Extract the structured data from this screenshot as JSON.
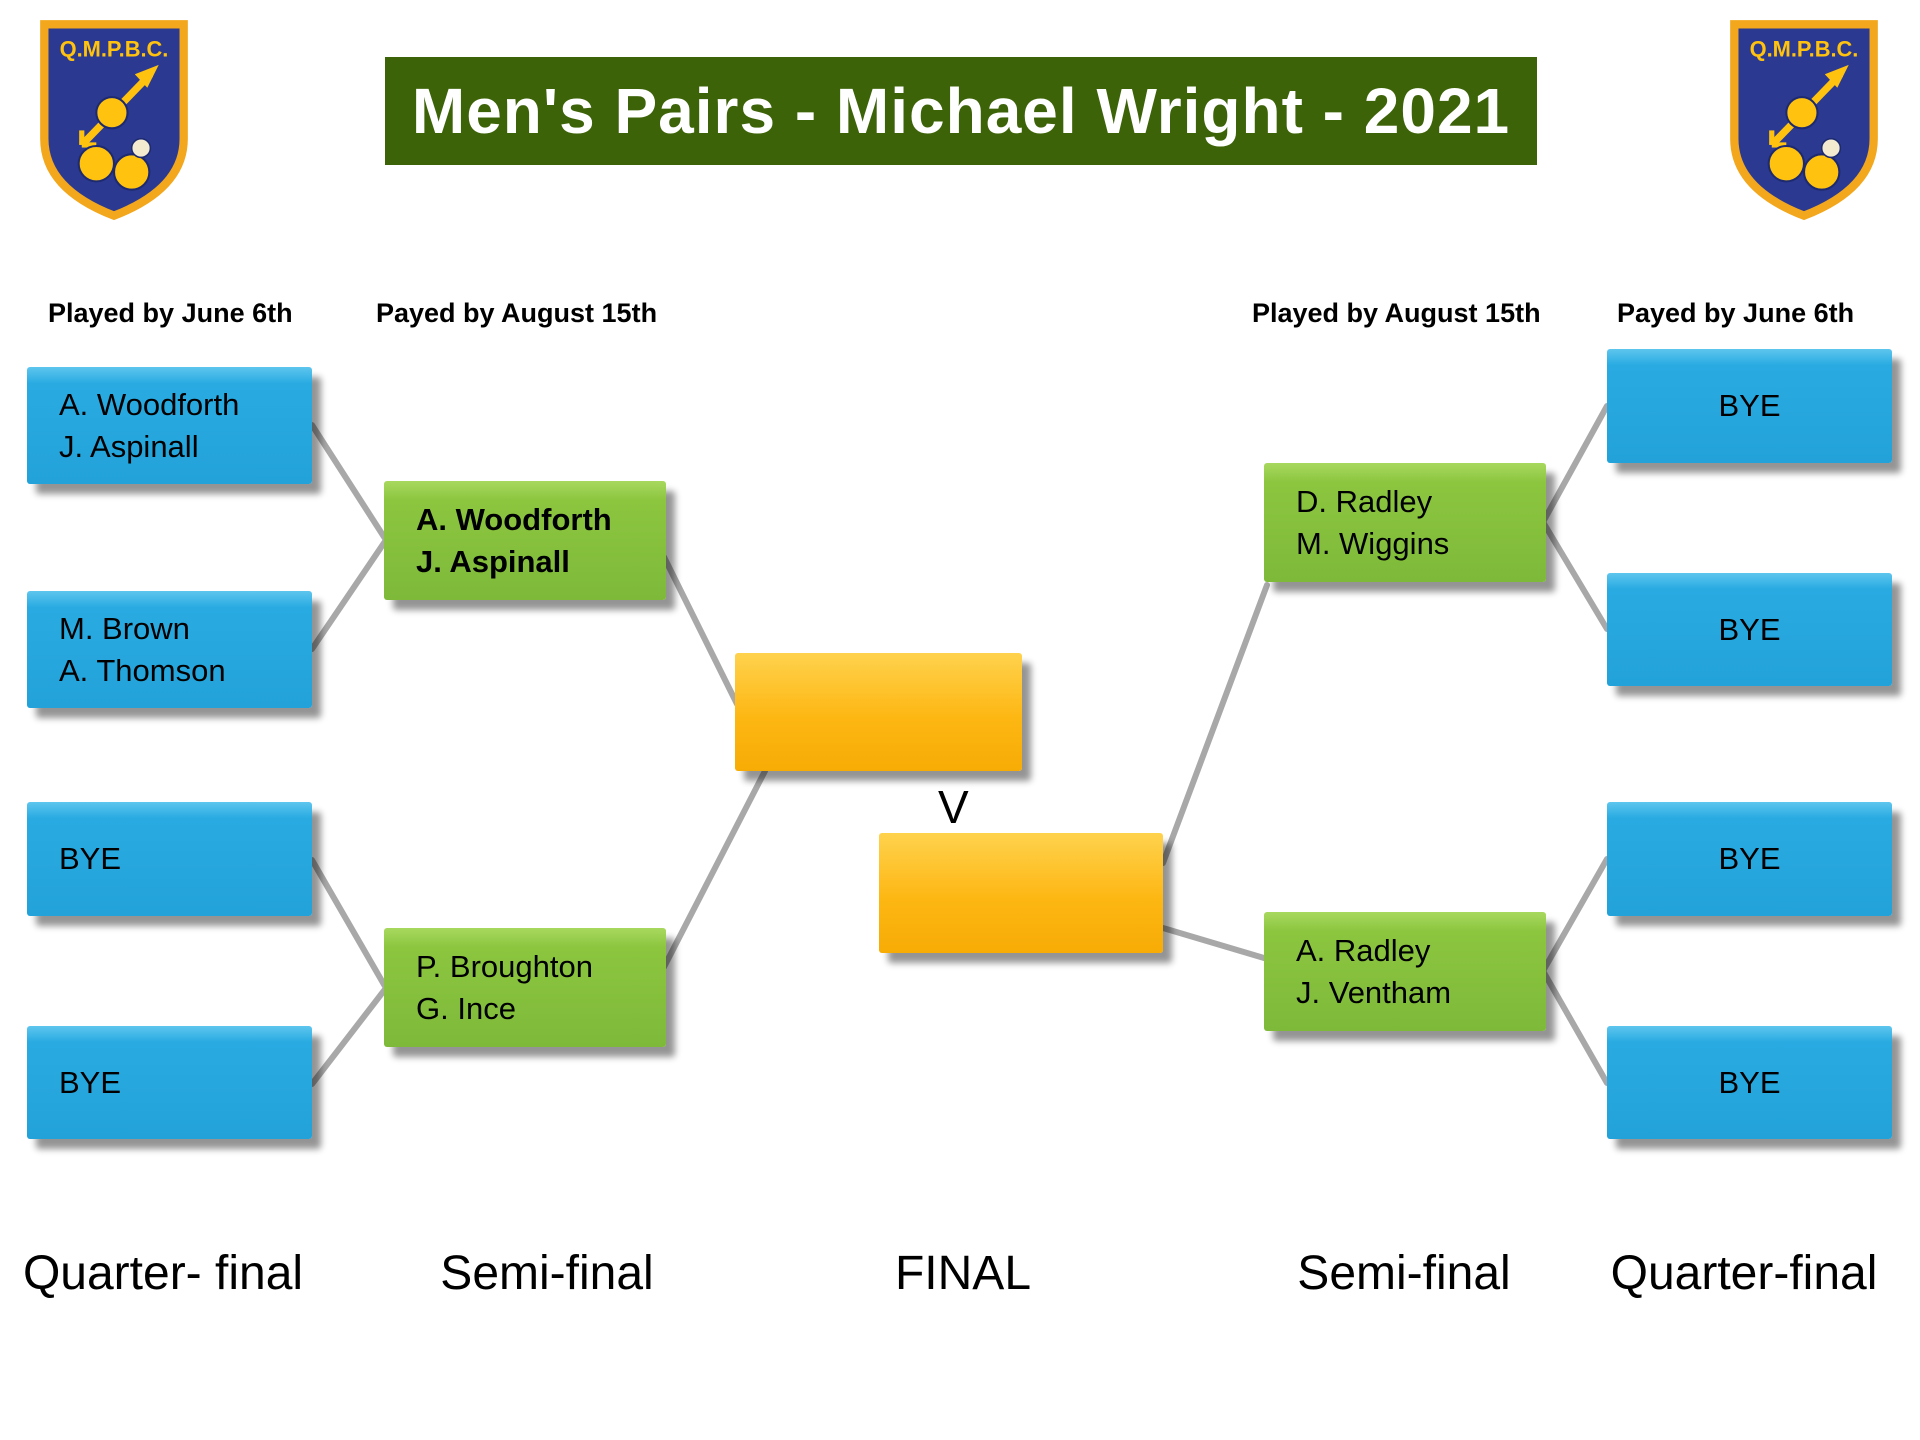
{
  "title": "Men's Pairs - Michael Wright - 2021",
  "crest": {
    "text": "Q.M.P.B.C."
  },
  "headers": {
    "left_qf": "Played by June 6th",
    "left_sf": "Payed by August 15th",
    "right_sf": "Played by August 15th",
    "right_qf": "Payed by June 6th"
  },
  "bracket": {
    "left_quarterfinals": [
      {
        "line1": "A. Woodforth",
        "line2": "J. Aspinall"
      },
      {
        "line1": "M. Brown",
        "line2": "A. Thomson"
      },
      {
        "line1": "BYE"
      },
      {
        "line1": "BYE"
      }
    ],
    "left_semifinals": [
      {
        "line1": "A. Woodforth",
        "line2": "J. Aspinall"
      },
      {
        "line1": "P. Broughton",
        "line2": "G. Ince"
      }
    ],
    "final": {
      "top": "",
      "bottom": "",
      "versus": "V"
    },
    "right_semifinals": [
      {
        "line1": "D. Radley",
        "line2": "M. Wiggins"
      },
      {
        "line1": "A. Radley",
        "line2": "J. Ventham"
      }
    ],
    "right_quarterfinals": [
      {
        "line1": "BYE"
      },
      {
        "line1": "BYE"
      },
      {
        "line1": "BYE"
      },
      {
        "line1": "BYE"
      }
    ]
  },
  "round_labels": [
    "Quarter- final",
    "Semi-final",
    "FINAL",
    "Semi-final",
    "Quarter-final"
  ],
  "colors": {
    "box_blue": "#29abe2",
    "box_green": "#8cc63f",
    "box_gold": "#fdb713",
    "banner_green": "#3d6308",
    "crest_navy": "#2b3990",
    "crest_gold": "#f2a71d",
    "connector_gray": "#a8a8a8"
  }
}
